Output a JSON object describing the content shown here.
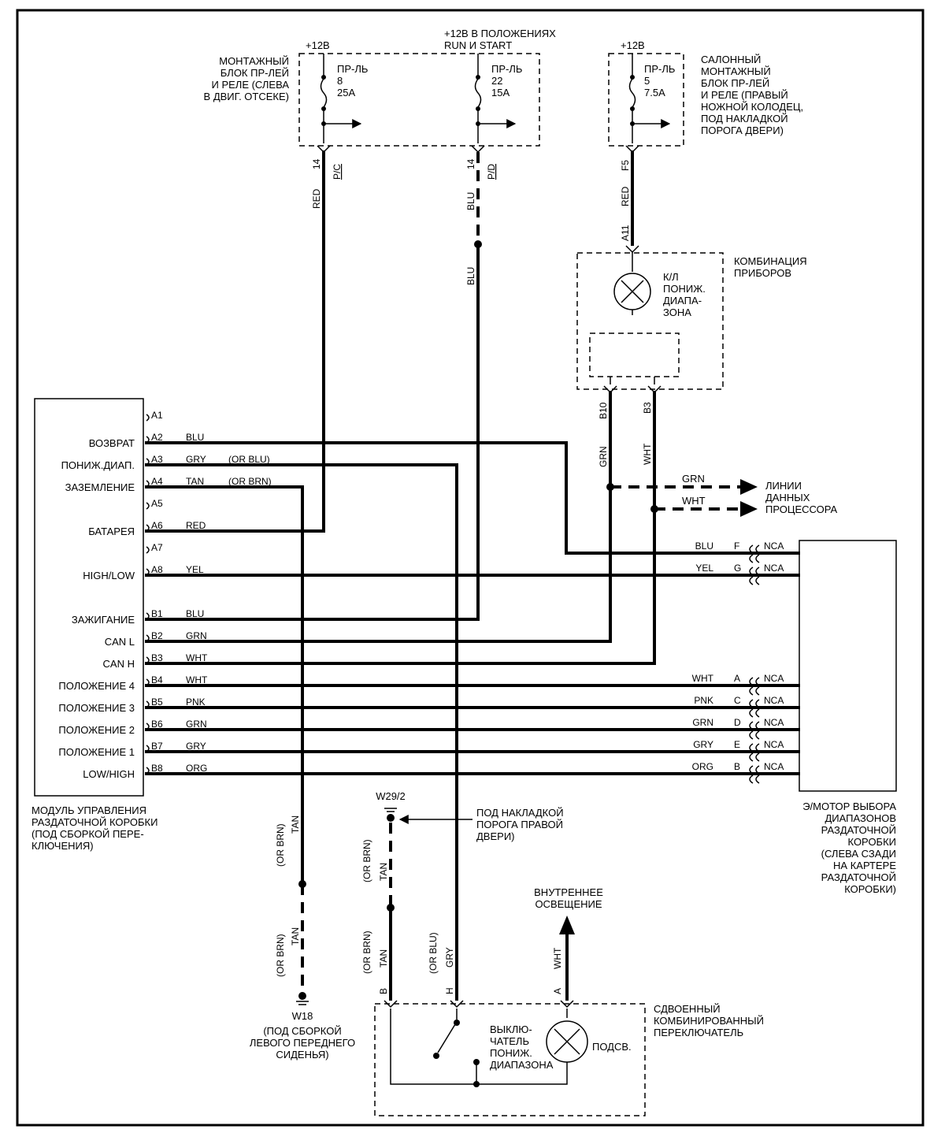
{
  "power": {
    "f8_supply": "+12В",
    "f22_supply_line1": "+12В В ПОЛОЖЕНИЯХ",
    "f22_supply_line2": "RUN И  START",
    "f5_supply": "+12В"
  },
  "fuses": [
    {
      "line1": "ПР-ЛЬ",
      "line2": "8",
      "line3": "25А",
      "pin": "14",
      "conn": "P/C",
      "wire": "RED"
    },
    {
      "line1": "ПР-ЛЬ",
      "line2": "22",
      "line3": "15А",
      "pin": "14",
      "conn": "P/D",
      "wire": "BLU"
    },
    {
      "line1": "ПР-ЛЬ",
      "line2": "5",
      "line3": "7.5А",
      "pin": "F5",
      "wire": "RED",
      "pin2": "A11"
    }
  ],
  "blu_after_splice": "BLU",
  "engine_block": {
    "lines": [
      "МОНТАЖНЫЙ",
      "БЛОК ПР-ЛЕЙ",
      "И  РЕЛЕ (СЛЕВА",
      "В ДВИГ. ОТСЕКЕ)"
    ]
  },
  "cabin_block": {
    "lines": [
      "САЛОННЫЙ",
      "МОНТАЖНЫЙ",
      "БЛОК ПР-ЛЕЙ",
      "И  РЕЛЕ (ПРАВЫЙ",
      "НОЖНОЙ КОЛОДЕЦ,",
      "ПОД НАКЛАДКОЙ",
      "ПОРОГА ДВЕРИ)"
    ]
  },
  "cluster": {
    "title_lines": [
      "КОМБИНАЦИЯ",
      "ПРИБОРОВ"
    ],
    "lamp_lines": [
      "К/Л",
      "ПОНИЖ.",
      "ДИАПА-",
      "ЗОНА"
    ],
    "pin_grn": "B10",
    "pin_wht": "B3",
    "wire_grn": "GRN",
    "wire_wht": "WHT"
  },
  "data_lines": {
    "grn": "GRN",
    "wht": "WHT",
    "label_lines": [
      "ЛИНИИ",
      "ДАННЫХ",
      "ПРОЦЕССОРА"
    ]
  },
  "module": {
    "caption_lines": [
      "МОДУЛЬ УПРАВЛЕНИЯ",
      "РАЗДАТОЧНОЙ КОРОБКИ",
      "(ПОД СБОРКОЙ ПЕРЕ-",
      "КЛЮЧЕНИЯ)"
    ],
    "pins": [
      {
        "pin": "A1",
        "label": "",
        "wire": "",
        "alt": ""
      },
      {
        "pin": "A2",
        "label": "ВОЗВРАТ",
        "wire": "BLU",
        "alt": ""
      },
      {
        "pin": "A3",
        "label": "ПОНИЖ.ДИАП.",
        "wire": "GRY",
        "alt": "(OR BLU)"
      },
      {
        "pin": "A4",
        "label": "ЗАЗЕМЛЕНИЕ",
        "wire": "TAN",
        "alt": "(OR BRN)"
      },
      {
        "pin": "A5",
        "label": "",
        "wire": "",
        "alt": ""
      },
      {
        "pin": "A6",
        "label": "БАТАРЕЯ",
        "wire": "RED",
        "alt": ""
      },
      {
        "pin": "A7",
        "label": "",
        "wire": "",
        "alt": ""
      },
      {
        "pin": "A8",
        "label": "HIGH/LOW",
        "wire": "YEL",
        "alt": ""
      },
      {
        "pin": "B1",
        "label": "ЗАЖИГАНИЕ",
        "wire": "BLU",
        "alt": ""
      },
      {
        "pin": "B2",
        "label": "CAN L",
        "wire": "GRN",
        "alt": ""
      },
      {
        "pin": "B3",
        "label": "CAN H",
        "wire": "WHT",
        "alt": ""
      },
      {
        "pin": "B4",
        "label": "ПОЛОЖЕНИЕ 4",
        "wire": "WHT",
        "alt": ""
      },
      {
        "pin": "B5",
        "label": "ПОЛОЖЕНИЕ 3",
        "wire": "PNK",
        "alt": ""
      },
      {
        "pin": "B6",
        "label": "ПОЛОЖЕНИЕ 2",
        "wire": "GRN",
        "alt": ""
      },
      {
        "pin": "B7",
        "label": "ПОЛОЖЕНИЕ 1",
        "wire": "GRY",
        "alt": ""
      },
      {
        "pin": "B8",
        "label": "LOW/HIGH",
        "wire": "ORG",
        "alt": ""
      }
    ]
  },
  "motor": {
    "caption_lines": [
      "Э/МОТОР ВЫБОРА",
      "ДИАПАЗОНОВ",
      "РАЗДАТОЧНОЙ",
      "КОРОБКИ",
      "(СЛЕВА СЗАДИ",
      "НА КАРТЕРЕ",
      "РАЗДАТОЧНОЙ",
      "КОРОБКИ)"
    ],
    "pins": [
      {
        "wire": "BLU",
        "pin": "F",
        "nca": "NCA"
      },
      {
        "wire": "YEL",
        "pin": "G",
        "nca": "NCA"
      },
      {
        "wire": "WHT",
        "pin": "A",
        "nca": "NCA"
      },
      {
        "wire": "PNK",
        "pin": "C",
        "nca": "NCA"
      },
      {
        "wire": "GRN",
        "pin": "D",
        "nca": "NCA"
      },
      {
        "wire": "GRY",
        "pin": "E",
        "nca": "NCA"
      },
      {
        "wire": "ORG",
        "pin": "B",
        "nca": "NCA"
      }
    ]
  },
  "ground_w18": {
    "wire": "TAN",
    "alt": "(OR BRN)",
    "name": "W18",
    "caption_lines": [
      "(ПОД СБОРКОЙ",
      "ЛЕВОГО ПЕРЕДНЕГО",
      "СИДЕНЬЯ)"
    ]
  },
  "ground_w29": {
    "name": "W29/2",
    "wire": "TAN",
    "alt": "(OR BRN)",
    "caption_lines": [
      "ПОД НАКЛАДКОЙ",
      "ПОРОГА ПРАВОЙ",
      "ДВЕРИ)"
    ]
  },
  "switch": {
    "pin_b": "B",
    "pin_h": "H",
    "pin_a": "A",
    "wire_b": "TAN",
    "alt_b": "(OR BRN)",
    "wire_h": "GRY",
    "alt_h": "(OR BLU)",
    "wire_a": "WHT",
    "caption_lines": [
      "СДВОЕННЫЙ",
      "КОМБИНИРОВАННЫЙ",
      "ПЕРЕКЛЮЧАТЕЛЬ"
    ],
    "switch_lines": [
      "ВЫКЛЮ-",
      "ЧАТЕЛЬ",
      "ПОНИЖ.",
      "ДИАПАЗОНА"
    ],
    "backlight": "ПОДСВ.",
    "interior_lines": [
      "ВНУТРЕННЕЕ",
      "ОСВЕЩЕНИЕ"
    ]
  }
}
